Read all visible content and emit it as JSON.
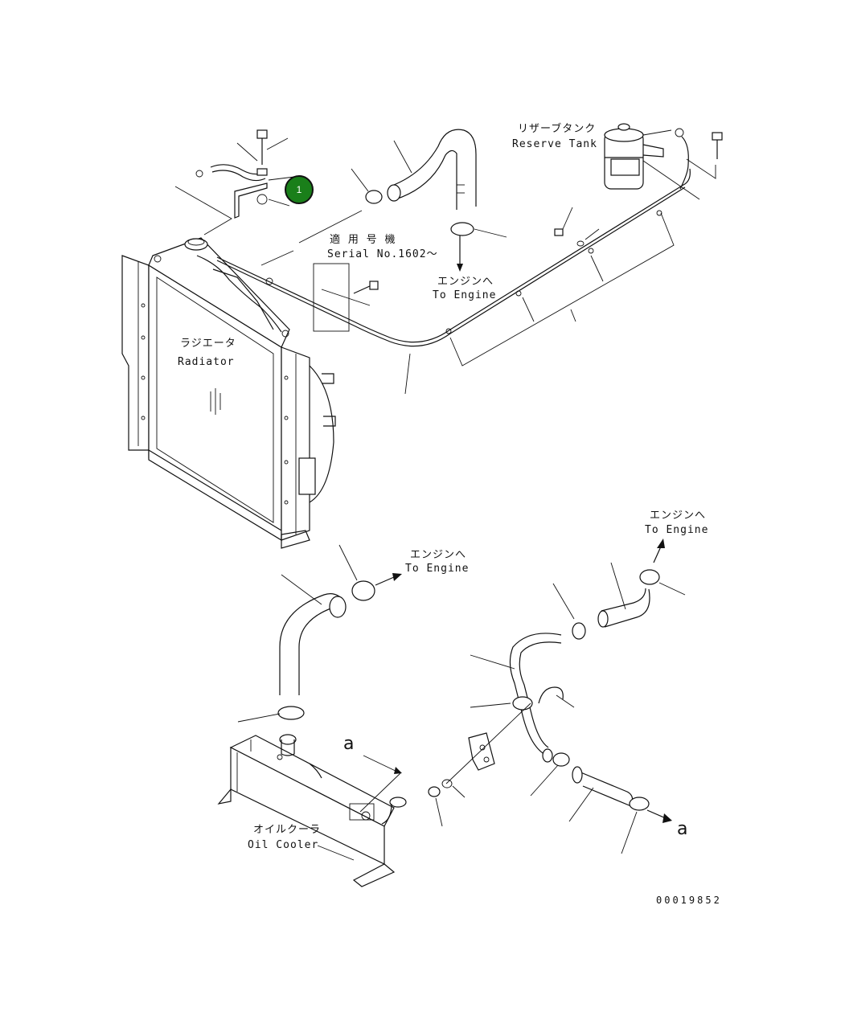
{
  "callout": {
    "number": "1"
  },
  "labels": {
    "reserve_tank_jp": "リザーブタンク",
    "reserve_tank_en": "Reserve Tank",
    "serial_jp": "適 用 号 機",
    "serial_en": "Serial No.1602～",
    "engine_jp": "エンジンへ",
    "engine_en": "To Engine",
    "radiator_jp": "ラジエータ",
    "radiator_en": "Radiator",
    "oil_cooler_jp": "オイルクーラ",
    "oil_cooler_en": "Oil Cooler",
    "marker": "a",
    "drawing_number": "00019852"
  }
}
